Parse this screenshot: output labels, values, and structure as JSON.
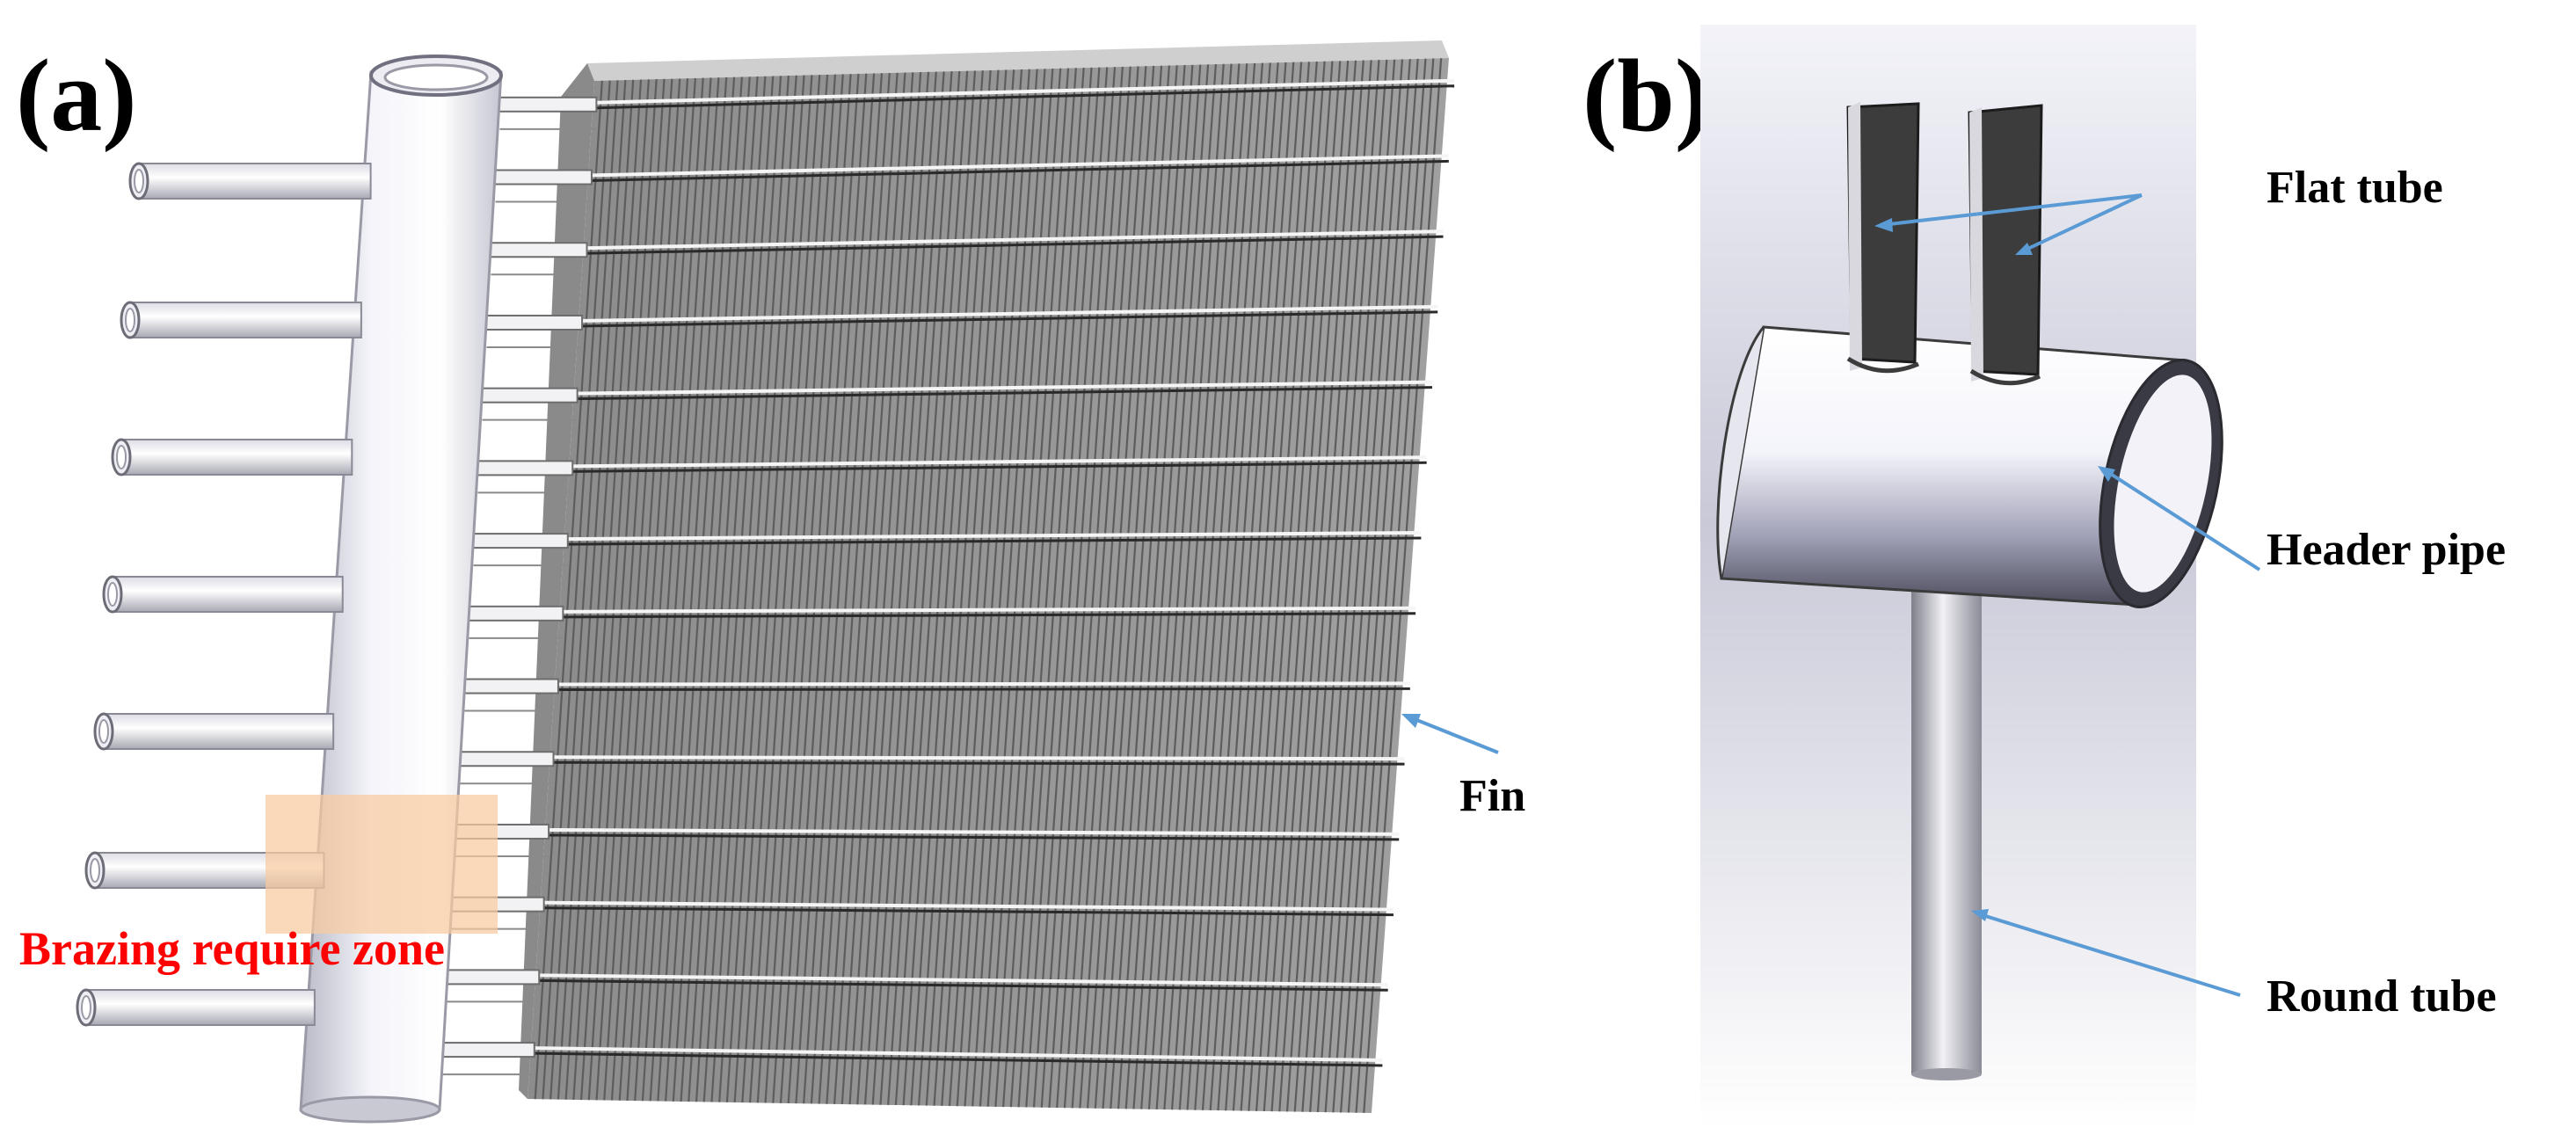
{
  "panels": {
    "a": {
      "label": "(a)"
    },
    "b": {
      "label": "(b)"
    }
  },
  "callouts_a": {
    "fin": "Fin",
    "brazing_zone": "Brazing require zone"
  },
  "callouts_b": {
    "flat_tube": "Flat tube",
    "header_pipe": "Header pipe",
    "round_tube": "Round tube"
  },
  "colors": {
    "arrow": "#5b9bd5",
    "zone_fill": "#f8cba0",
    "zone_text": "#ff0000",
    "fin": "#a9a9a9",
    "tube_dark": "#3c3c3c"
  },
  "counts": {
    "fin_rows": 14,
    "side_stubs": 7
  }
}
